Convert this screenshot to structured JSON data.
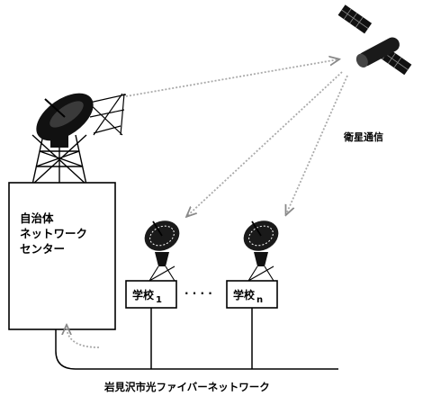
{
  "center": {
    "line1": "自治体",
    "line2": "ネットワーク",
    "line3": "センター"
  },
  "satellite_label": "衛星通信",
  "schools": {
    "first": {
      "name": "学校",
      "sub": "1"
    },
    "last": {
      "name": "学校",
      "sub": "n"
    },
    "ellipsis": "· · · ·"
  },
  "network_label": "岩見沢市光ファイバーネットワーク"
}
